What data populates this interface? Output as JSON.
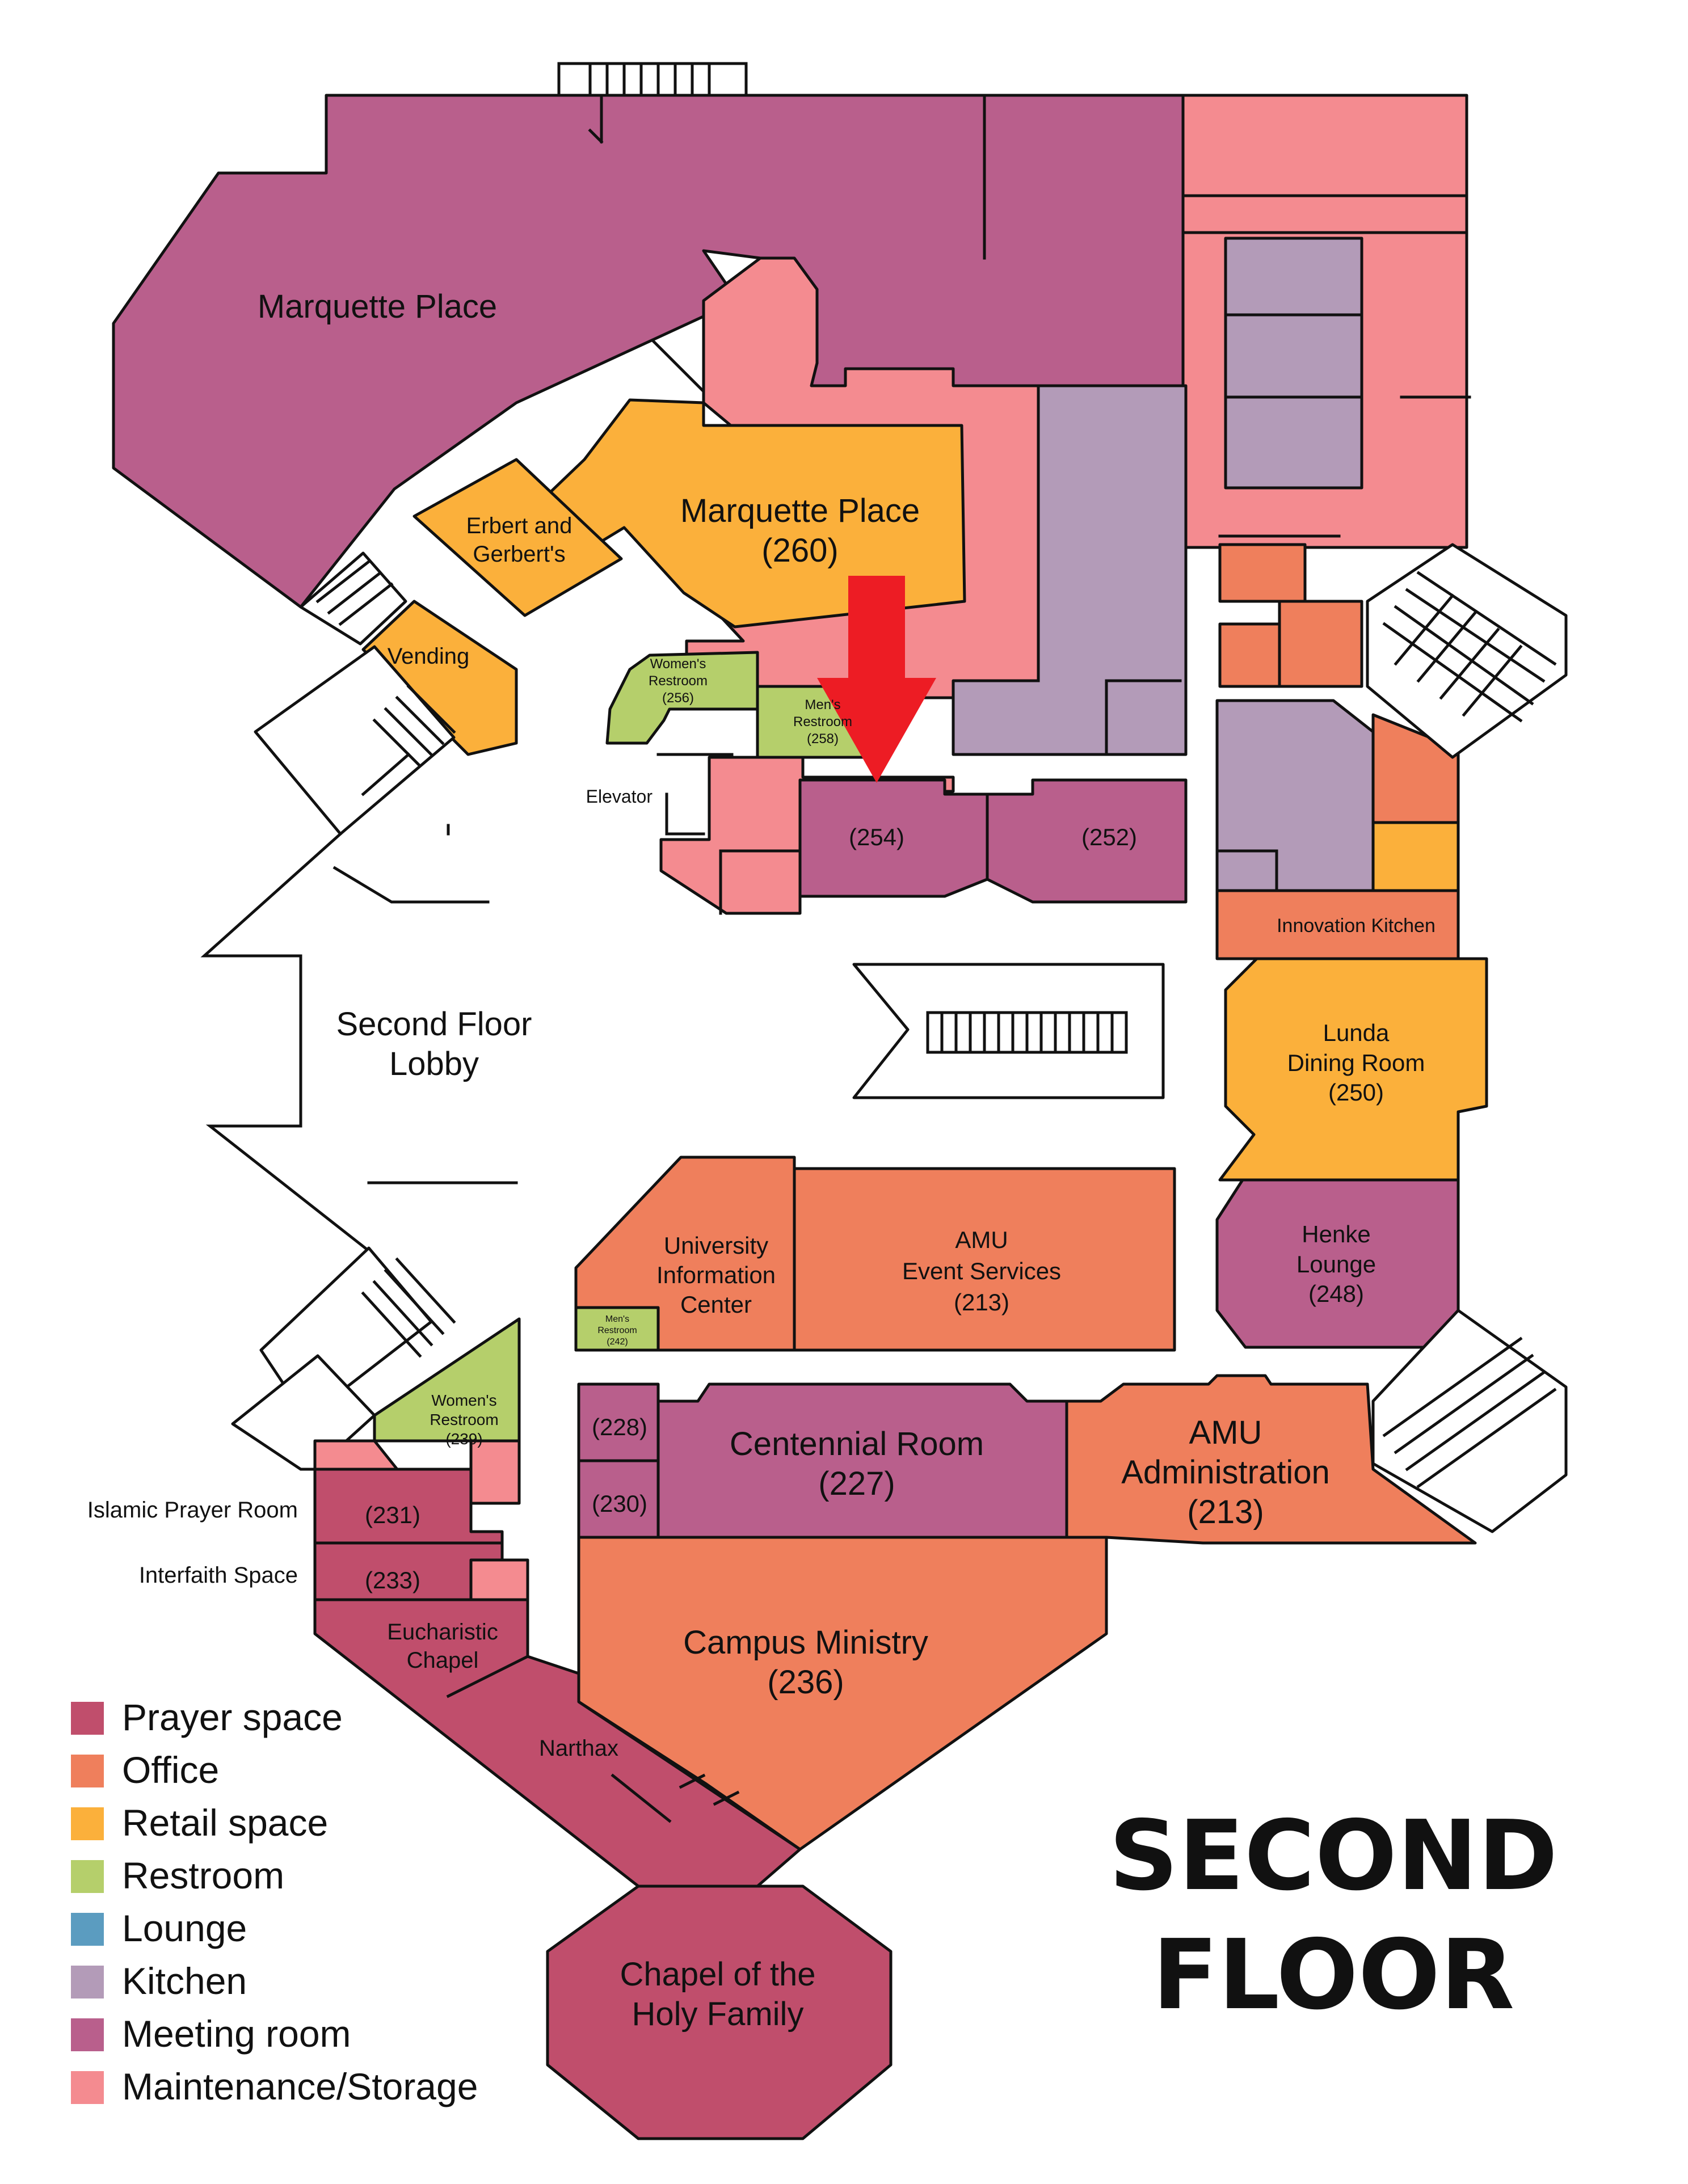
{
  "title": {
    "line1": "SECOND",
    "line2": "FLOOR"
  },
  "colors": {
    "prayer": "#c04e6c",
    "office": "#ef7f5c",
    "retail": "#fbb03b",
    "restroom": "#b5cf6b",
    "lounge": "#5b9cc0",
    "kitchen": "#b39bb8",
    "meeting": "#b95f8c",
    "maintenance": "#f48b90",
    "marker": "#ed1c24"
  },
  "legend": [
    {
      "label": "Prayer space",
      "color": "#c04e6c"
    },
    {
      "label": "Office",
      "color": "#ef7f5c"
    },
    {
      "label": "Retail space",
      "color": "#fbb03b"
    },
    {
      "label": "Restroom",
      "color": "#b5cf6b"
    },
    {
      "label": "Lounge",
      "color": "#5b9cc0"
    },
    {
      "label": "Kitchen",
      "color": "#b39bb8"
    },
    {
      "label": "Meeting room",
      "color": "#b95f8c"
    },
    {
      "label": "Maintenance/Storage",
      "color": "#f48b90"
    }
  ],
  "rooms": {
    "marquette_place_west": "Marquette Place",
    "marquette_place_260": {
      "name": "Marquette Place",
      "num": "(260)"
    },
    "erbert": {
      "line1": "Erbert and",
      "line2": "Gerbert's"
    },
    "vending": "Vending",
    "womens_256": {
      "line1": "Women's",
      "line2": "Restroom",
      "num": "(256)"
    },
    "mens_258": {
      "line1": "Men's",
      "line2": "Restroom",
      "num": "(258)"
    },
    "elevator": "Elevator",
    "room_254": "(254)",
    "room_252": "(252)",
    "innovation_kitchen": "Innovation Kitchen",
    "lobby": {
      "line1": "Second Floor",
      "line2": "Lobby"
    },
    "lunda": {
      "line1": "Lunda",
      "line2": "Dining Room",
      "num": "(250)"
    },
    "henke": {
      "line1": "Henke",
      "line2": "Lounge",
      "num": "(248)"
    },
    "uic": {
      "line1": "University",
      "line2": "Information",
      "line3": "Center"
    },
    "mens_242": {
      "line1": "Men's",
      "line2": "Restroom",
      "num": "(242)"
    },
    "amu_event": {
      "line1": "AMU",
      "line2": "Event Services",
      "num": "(213)"
    },
    "womens_239": {
      "line1": "Women's",
      "line2": "Restroom",
      "num": "(239)"
    },
    "room_228": "(228)",
    "room_230": "(230)",
    "centennial": {
      "name": "Centennial Room",
      "num": "(227)"
    },
    "amu_admin": {
      "line1": "AMU",
      "line2": "Administration",
      "num": "(213)"
    },
    "islamic": {
      "label": "Islamic Prayer Room",
      "num": "(231)"
    },
    "interfaith": {
      "label": "Interfaith Space",
      "num": "(233)"
    },
    "eucharistic": {
      "line1": "Eucharistic",
      "line2": "Chapel"
    },
    "narthax": "Narthax",
    "campus_ministry": {
      "name": "Campus Ministry",
      "num": "(236)"
    },
    "chapel": {
      "line1": "Chapel of the",
      "line2": "Holy Family"
    }
  },
  "marker": {
    "target": "(254)"
  }
}
